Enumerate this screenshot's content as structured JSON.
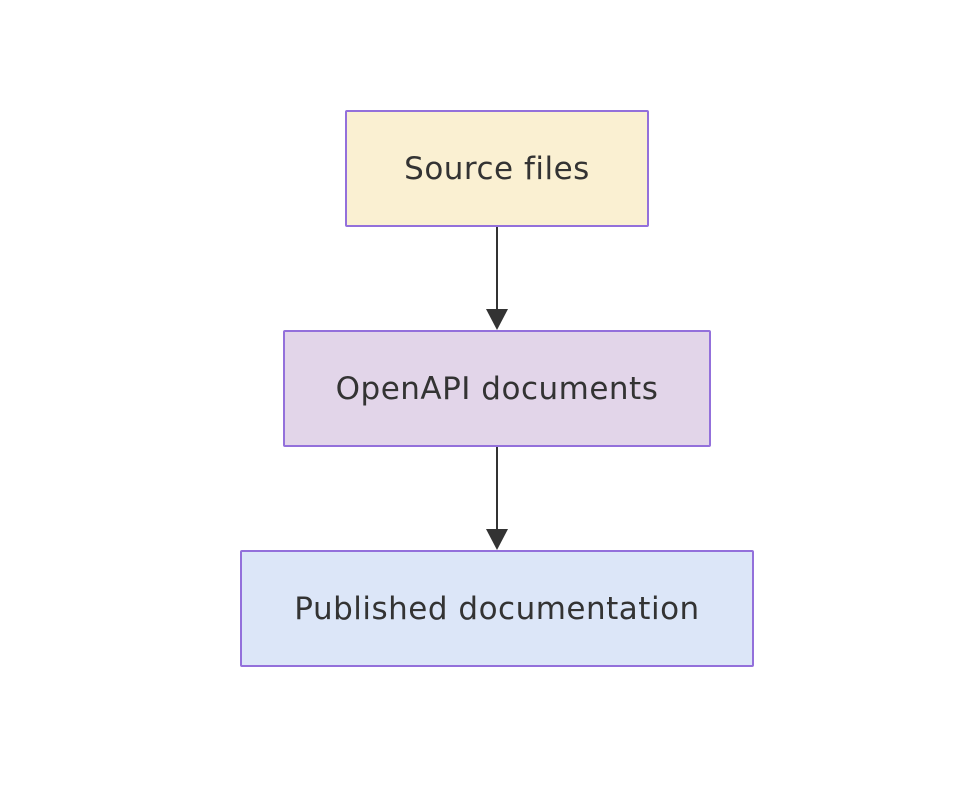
{
  "diagram": {
    "type": "flowchart",
    "direction": "top-down",
    "background": "#ffffff",
    "nodes": [
      {
        "id": "source-files",
        "label": "Source files",
        "fill": "#faf0d2",
        "border": "#9370db"
      },
      {
        "id": "openapi-documents",
        "label": "OpenAPI documents",
        "fill": "#e2d5e9",
        "border": "#9370db"
      },
      {
        "id": "published-documentation",
        "label": "Published documentation",
        "fill": "#dce6f8",
        "border": "#9370db"
      }
    ],
    "edges": [
      {
        "from": "Source files",
        "to": "OpenAPI documents",
        "style": "solid-arrow"
      },
      {
        "from": "OpenAPI documents",
        "to": "Published documentation",
        "style": "solid-arrow"
      }
    ],
    "colors": {
      "text": "#333333",
      "arrow": "#333333",
      "node_border": "#9370db"
    }
  }
}
